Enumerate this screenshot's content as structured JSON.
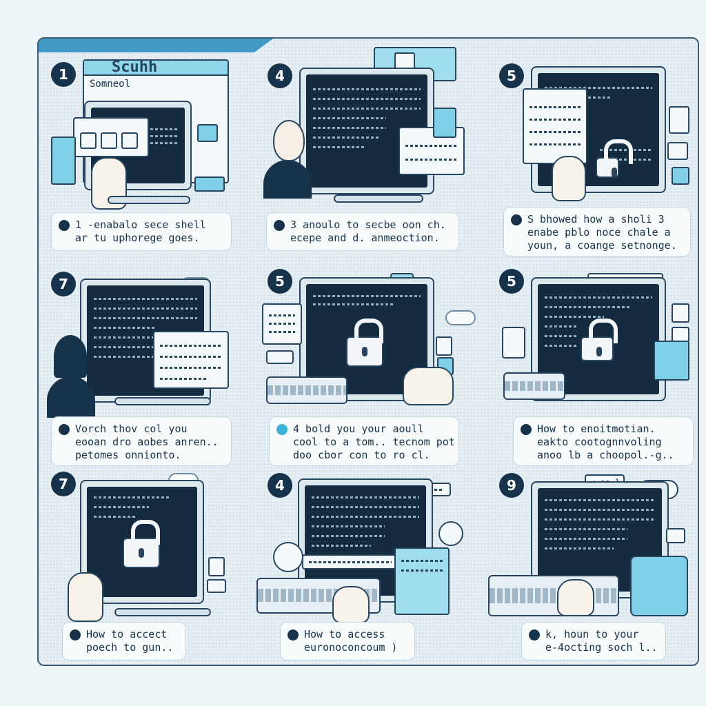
{
  "panels": [
    {
      "number": "1",
      "caption": [
        "1 -enabalo sece shell",
        "ar tu uphorege goes."
      ],
      "window_title": "Scuhh",
      "window_subtitle": "Somneol"
    },
    {
      "number": "4",
      "caption": [
        "3 anoulo to secbe oon ch.",
        "ecepe and  d. anmeoction."
      ]
    },
    {
      "number": "5",
      "caption": [
        "S bhowed how a sholi 3",
        "enabe pblo noce chale  a",
        "youn, a coange setnonge."
      ]
    },
    {
      "number": "7",
      "caption": [
        "Vorch thov col you",
        "eooan dro aobes anren..",
        "petomes onnionto."
      ]
    },
    {
      "number": "5",
      "caption": [
        "4 bold you your aoull",
        "cool to a tom.. tecnom pot",
        "doo cbor con to ro cl."
      ],
      "caption_dot": "teal"
    },
    {
      "number": "5",
      "caption": [
        "How to enoitmotian.",
        "eakto cootognnvoling",
        "anoo lb a choopol.-g.."
      ]
    },
    {
      "number": "7",
      "caption": [
        "How to accect",
        "poech to gun.."
      ]
    },
    {
      "number": "4",
      "caption": [
        "How to access",
        "euronoconcoum )"
      ]
    },
    {
      "number": "9",
      "caption": [
        "k, houn to your",
        "e-4octing soch l.."
      ],
      "tag": "<-oo l"
    }
  ],
  "icons": {
    "lock": "padlock-icon",
    "cloud": "cloud-icon",
    "terminal": "terminal-screen"
  }
}
